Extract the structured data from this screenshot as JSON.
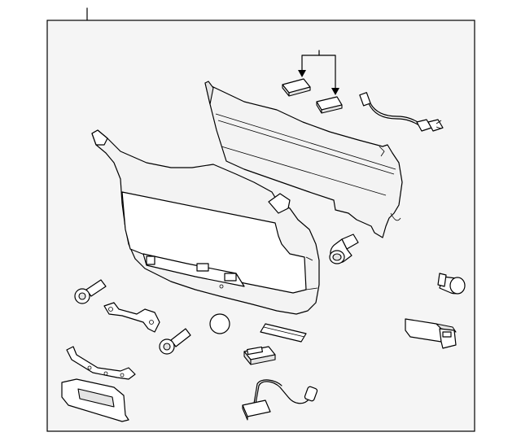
{
  "diagram": {
    "type": "exploded-parts-view",
    "colors": {
      "line": "#000000",
      "background": "#ffffff",
      "frame_fill": "#f5f5f5",
      "part_fill": "#f3f3f3",
      "part_shade": "#e4e4e4"
    },
    "callouts": [],
    "parts": [
      "trim-panel",
      "back-panel-shield",
      "retainer-clips",
      "wiring-harness-upper",
      "bolt-upper",
      "pull-handle",
      "bracket-upper",
      "bolt-lower",
      "round-plug",
      "label-strip",
      "small-clip",
      "bracket-lower",
      "handle-bezel",
      "wiring-harness-lower",
      "bumper-stop",
      "switch-housing"
    ]
  }
}
